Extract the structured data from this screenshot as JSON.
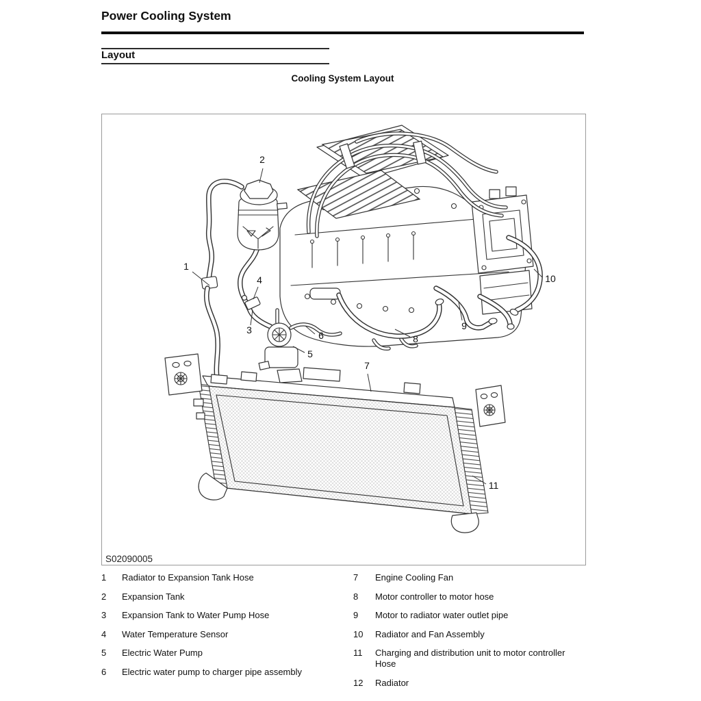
{
  "page": {
    "title": "Power Cooling System",
    "section_heading": "Layout",
    "figure_caption": "Cooling System Layout",
    "figure_code": "S02090005"
  },
  "figure": {
    "description": "Exploded line-art diagram of the power cooling system: expansion tank and hoses, electric water pump, motor/charger assembly with motor controller, and radiator with fan assembly below",
    "callout_numbers": [
      "1",
      "2",
      "3",
      "4",
      "5",
      "6",
      "7",
      "8",
      "9",
      "10",
      "11"
    ]
  },
  "legend": {
    "left": [
      {
        "num": "1",
        "label": "Radiator to Expansion Tank Hose"
      },
      {
        "num": "2",
        "label": "Expansion Tank"
      },
      {
        "num": "3",
        "label": "Expansion Tank to Water Pump Hose"
      },
      {
        "num": "4",
        "label": "Water Temperature Sensor"
      },
      {
        "num": "5",
        "label": "Electric Water Pump"
      },
      {
        "num": "6",
        "label": "Electric water pump to charger pipe assembly"
      }
    ],
    "right": [
      {
        "num": "7",
        "label": "Engine Cooling Fan"
      },
      {
        "num": "8",
        "label": "Motor controller to motor hose"
      },
      {
        "num": "9",
        "label": "Motor to radiator water outlet pipe"
      },
      {
        "num": "10",
        "label": "Radiator and Fan Assembly"
      },
      {
        "num": "11",
        "label": "Charging and distribution unit to motor controller Hose"
      },
      {
        "num": "12",
        "label": "Radiator"
      }
    ]
  },
  "colors": {
    "line_art": "#333333",
    "heading_rule": "#0d0d0d",
    "figure_border": "#9a9a9a",
    "text": "#111111",
    "core_hatch": "#b8b8b8"
  }
}
